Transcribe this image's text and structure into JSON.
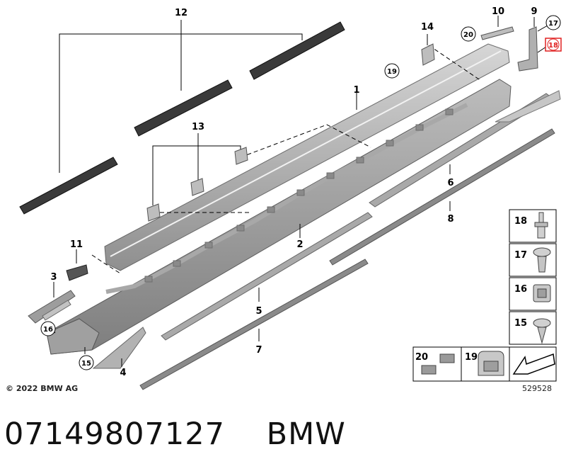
{
  "callouts": {
    "p1": "1",
    "p2": "2",
    "p3": "3",
    "p4": "4",
    "p5": "5",
    "p6": "6",
    "p7": "7",
    "p8": "8",
    "p9": "9",
    "p10": "10",
    "p11": "11",
    "p12": "12",
    "p13": "13",
    "p14": "14",
    "p15": "15",
    "p16": "16",
    "p17": "17",
    "p18": "18",
    "p19": "19",
    "p20": "20"
  },
  "legend": {
    "l18": "18",
    "l17": "17",
    "l16": "16",
    "l15": "15",
    "l20": "20",
    "l19": "19"
  },
  "copyright": "© 2022 BMW AG",
  "image_id": "529528",
  "footer": {
    "part_number": "07149807127",
    "brand": "BMW"
  },
  "colors": {
    "highlight": "#e02020",
    "part_gray": "#9c9c9c",
    "strip_dark": "#2e2e2e"
  }
}
